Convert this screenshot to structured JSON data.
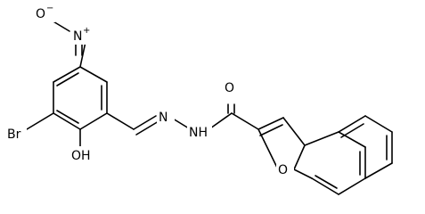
{
  "structure": {
    "atoms": {
      "o_minus": "O",
      "o_minus_charge": "−",
      "n_nitro": "N",
      "n_nitro_charge": "+",
      "br": "Br",
      "oh": "OH",
      "n_imine": "N",
      "nh": "NH",
      "o_carbonyl": "O",
      "o_furan": "O"
    }
  }
}
